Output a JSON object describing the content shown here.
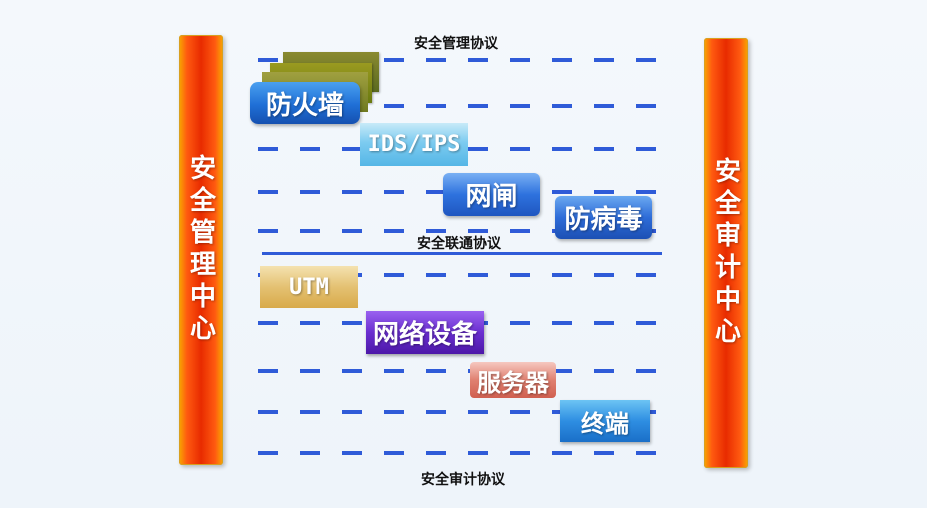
{
  "left_bar": {
    "label": "安全管理中心"
  },
  "right_bar": {
    "label": "安全审计中心"
  },
  "protocols": {
    "management": "安全管理协议",
    "interconnect": "安全联通协议",
    "audit": "安全审计协议"
  },
  "components": {
    "firewall": "防火墙",
    "ids_ips": "IDS/IPS",
    "gateway": "网闸",
    "antivirus": "防病毒",
    "utm": "UTM",
    "network_device": "网络设备",
    "server": "服务器",
    "terminal": "终端"
  },
  "colors": {
    "dash": "#2f5bd8",
    "bar_center": "#e82b00",
    "bar_edge": "#f7a800"
  }
}
